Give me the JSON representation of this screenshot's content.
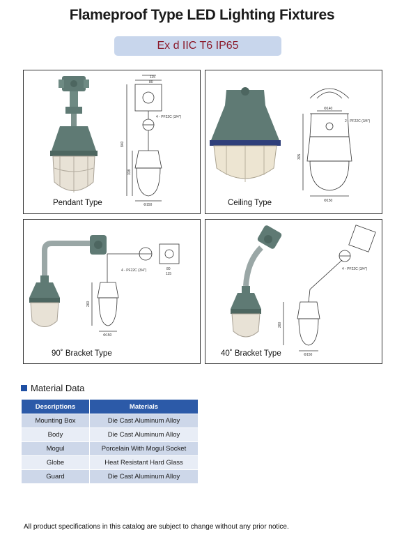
{
  "header": {
    "title": "Flameproof Type  LED Lighting Fixtures",
    "rating": "Ex d IIC T6 IP65"
  },
  "panels": [
    {
      "label": "Pendant Type",
      "dims": {
        "top": "115",
        "top2": "80",
        "side": "840",
        "lower": "338",
        "dia": "Φ150"
      },
      "thread": "4 - PF22C (3/4\")"
    },
    {
      "label": "Ceiling Type",
      "dims": {
        "dia_top": "Φ140",
        "height": "305",
        "dia": "Φ150"
      },
      "thread": "2 - PF22C (3/4\")"
    },
    {
      "label": "90˚ Bracket Type",
      "dims": {
        "height": "260",
        "dia": "Φ150",
        "a": "80",
        "b": "115"
      },
      "thread": "4 - PF22C (3/4\")"
    },
    {
      "label": "40˚ Bracket Type",
      "dims": {
        "height": "260",
        "dia": "Φ150"
      },
      "thread": "4 - PF22C (3/4\")"
    }
  ],
  "material": {
    "heading": "Material Data",
    "columns": [
      "Descriptions",
      "Materials"
    ],
    "rows": [
      [
        "Mounting Box",
        "Die  Cast Aluminum Alloy"
      ],
      [
        "Body",
        "Die Cast Aluminum Alloy"
      ],
      [
        "Mogul",
        "Porcelain With Mogul Socket"
      ],
      [
        "Globe",
        "Heat Resistant Hard Glass"
      ],
      [
        "Guard",
        "Die  Cast Aluminum Alloy"
      ]
    ]
  },
  "footer": "All product specifications in this catalog are subject to change without any prior notice.",
  "colors": {
    "accent": "#2c5aa8",
    "rating_text": "#8b1a2b",
    "fixture_body": "#5f7a74"
  }
}
